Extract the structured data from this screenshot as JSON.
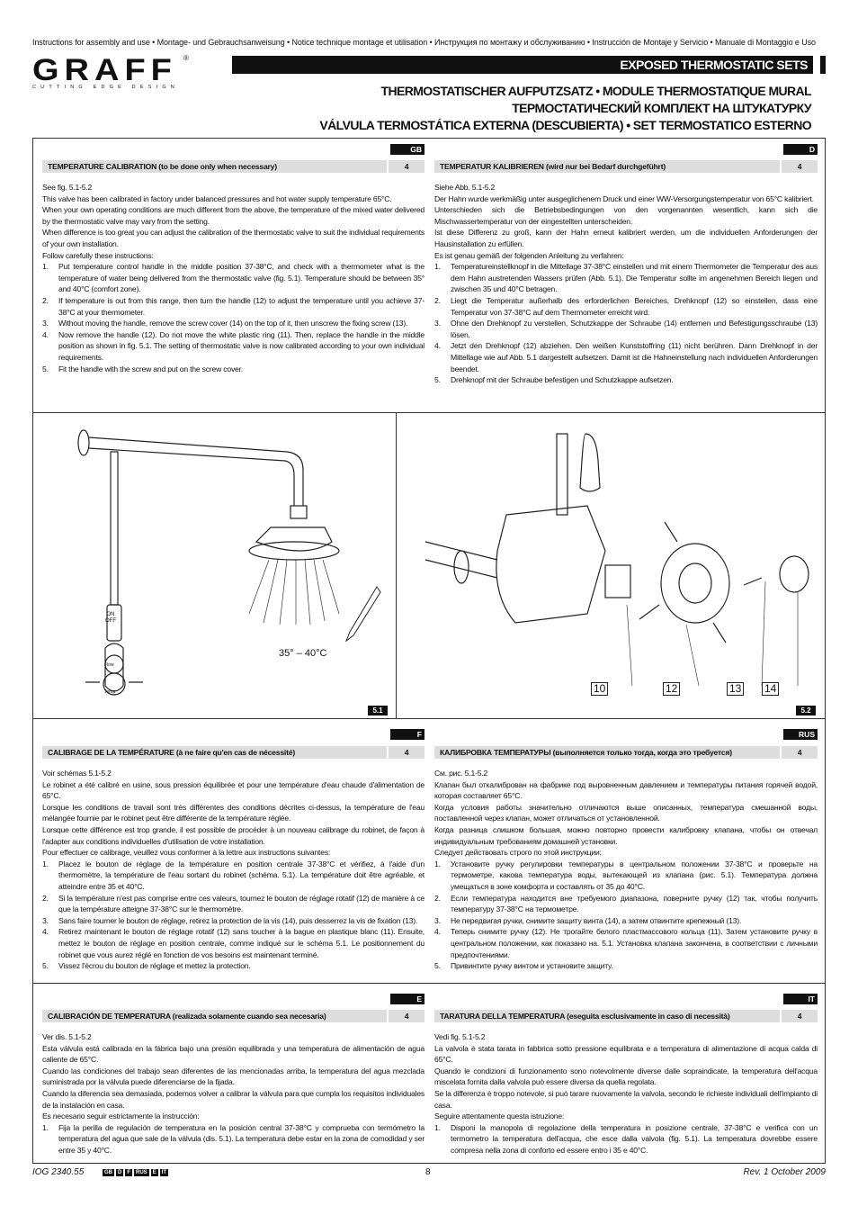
{
  "header": {
    "topline": "Instructions for assembly and use • Montage- und Gebrauchsanweisung • Notice technique montage et utilisation • Инструкция по монтажу и обслуживанию • Instrucción de Montaje y Servicio • Manuale di Montaggio e Uso",
    "logo_word": "GRAFF",
    "logo_reg": "®",
    "logo_tag": "CUTTING EDGE DESIGN",
    "banner": "EXPOSED THERMOSTATIC SETS",
    "title_1": "THERMOSTATISCHER AUFPUTZSATZ • MODULE THERMOSTATIQUE MURAL",
    "title_2": "ТЕРМОСТАТИЧЕСКИЙ КОМПЛЕКТ НА ШТУКАТУРКУ",
    "title_3": "VÁLVULA TERMOSTÁTICA EXTERNA (DESCUBIERTA) • SET TERMOSTATICO ESTERNO"
  },
  "gb": {
    "tag": "GB",
    "heading": "TEMPERATURE CALIBRATION (to be done only when necessary)",
    "num": "4",
    "intro": [
      "See fig. 5.1-5.2",
      "This valve has been calibrated in factory under balanced pressures and hot water supply temperature 65°C.",
      "When your own operating conditions are much different from the above, the temperature of the mixed water delivered by the thermostatic valve may vary from the setting.",
      "When difference is too great you can adjust the calibration of the thermostatic valve to suit the individual requirements of your own installation.",
      "Follow carefully these instructions:"
    ],
    "steps": [
      "Put temperature control handle in the middle position 37-38°C, and check with a thermometer what is the temperature of water being delivered from the thermostatic valve (fig. 5.1). Temperature should be between 35° and 40°C (comfort zone).",
      "If temperature is out from this range, then turn the handle (12) to adjust the temperature until you achieve 37-38°C at your thermometer.",
      "Without moving the handle, remove the screw cover (14) on the top of it, then unscrew the fixing screw (13).",
      "Now remove the handle (12). Do not move the white plastic ring (11). Then, replace the handle in the middle position as shown in fig. 5.1. The setting of thermostatic valve is now calibrated according to your own individual requirements.",
      "Fit the handle with the screw and put on the screw cover."
    ]
  },
  "d": {
    "tag": "D",
    "heading": "TEMPERATUR KALIBRIEREN (wird nur bei Bedarf durchgeführt)",
    "num": "4",
    "intro": [
      "Siehe Abb. 5.1-5.2",
      "Der Hahn wurde werkmäßig unter ausgeglichenem Druck und einer WW-Versorgungstemperatur von 65°C kalibriert.",
      "Unterschieden sich die Betriebsbedingungen von den vorgenannten wesentlich, kann sich die Mischwassertemperatur von der eingestellten unterscheiden.",
      "Ist diese Differenz zu groß, kann der Hahn erneut kalibriert werden, um die individuellen Anforderungen der Hausinstallation zu erfüllen.",
      "Es ist genau gemäß der folgenden Anleitung zu verfahren:"
    ],
    "steps": [
      "Temperatureinstellknopf in die Mittellage 37-38°C einstellen und mit einem Thermometer die Temperatur des aus dem Hahn austretenden Wassers prüfen (Abb. 5.1). Die Temperatur sollte im angenehmen Bereich liegen und zwischen 35 und 40°C betragen.",
      "Liegt die Temperatur außerhalb des erforderlichen Bereiches, Drehknopf (12) so einstellen, dass eine Temperatur von 37-38°C auf dem Thermometer erreicht wird.",
      "Ohne den Drehknopf zu verstellen, Schutzkappe der Schraube (14) entfernen und Befestigungsschraube (13) lösen.",
      "Jetzt den Drehknopf (12) abziehen. Den weißen Kunststoffring (11) nicht berühren. Dann Drehknopf in der Mittellage wie auf Abb. 5.1 dargestellt aufsetzen. Damit ist die Hahneinstellung nach individuellen Anforderungen beendet.",
      "Drehknopf mit der Schraube befestigen und Schutzkappe aufsetzen."
    ]
  },
  "figures": {
    "fig1_label": "5.1",
    "fig2_label": "5.2",
    "temp_range": "35° – 40°C",
    "on": "ON",
    "off": "OFF",
    "flow": "Flow",
    "temp": "Temp",
    "parts": [
      "10",
      "12",
      "13",
      "14"
    ]
  },
  "f": {
    "tag": "F",
    "heading": "CALIBRAGE DE LA TEMPÉRATURE (à ne faire qu'en cas de nécessité)",
    "num": "4",
    "intro": [
      "Voir schémas 5.1-5.2",
      "Le robinet a été calibré en usine, sous pression équilibrée et pour une température d'eau chaude d'alimentation de 65°C.",
      "Lorsque les conditions de travail sont très différentes des conditions décrites ci-dessus, la température de l'eau mélangée fournie par le robinet peut être différente de la température réglée.",
      "Lorsque cette différence est trop grande, il est possible de procéder à un nouveau calibrage du robinet, de façon à l'adapter aux conditions individuelles d'utilisation de votre installation.",
      "Pour effectuer ce calibrage, veuillez vous conformer à la lettre aux instructions suivantes:"
    ],
    "steps": [
      "Placez le bouton de réglage de la température en position centrale 37-38°C et vérifiez, à l'aide d'un thermomètre, la température de l'eau sortant du robinet (schéma. 5.1). La température doit être agréable, et atteindre entre 35 et 40°C.",
      "Si la température n'est pas comprise entre ces valeurs, tournez le bouton de réglage rotatif (12) de manière à ce que la température atteigne 37-38°C sur le thermomètre.",
      "Sans faire tourner le bouton de réglage, retirez la protection de la vis (14), puis desserrez la vis de fixation (13).",
      "Retirez maintenant le bouton de réglage rotatif (12) sans toucher à la bague en plastique blanc (11). Ensuite, mettez le bouton de réglage en position centrale, comme indiqué sur le schéma 5.1. Le positionnement du robinet que vous aurez réglé en fonction de vos besoins est maintenant terminé.",
      "Vissez l'écrou du bouton de réglage et mettez la protection."
    ]
  },
  "rus": {
    "tag": "RUS",
    "heading": "КАЛИБРОВКА ТЕМПЕРАТУРЫ (выполняется только тогда, когда это требуется)",
    "num": "4",
    "intro": [
      "См. рис. 5.1-5.2",
      "Клапан был откалиброван на фабрике под выровненным давлением и температуры питания горячей водой, которая составляет 65°C.",
      "Когда условия работы значительно отличаются выше описанных, температура смешанной воды, поставленной через клапан, может отличаться от установленной.",
      "Когда разница слишком большая, можно повторно провести калибровку клапана, чтобы он отвечал индивидуальным требованиям домашней установки.",
      "Следует действовать строго по этой инструкции:"
    ],
    "steps": [
      "Установите ручку регулировки температуры в центральном положении 37-38°C и проверьте на термометре, какова температура воды, вытекающей из клапана (рис. 5.1). Температура должна умещаться в зоне комфорта и составлять от 35 до 40°C.",
      "Если температура находится вне требуемого диапазона, поверните ручку (12) так, чтобы получить температуру 37-38°C на термометре.",
      "Не передвигая ручки, снимите защиту винта (14), а затем отвинтите крепежный (13).",
      "Теперь снимите ручку (12). Не трогайте белого пластмассового кольца (11). Затем установите ручку в центральном положении, как показано на. 5.1. Установка клапана закончена, в соответствии с личными предпочтениями.",
      "Привинтите ручку винтом и установите защиту."
    ]
  },
  "e": {
    "tag": "E",
    "heading": "CALIBRACIÓN DE TEMPERATURA (realizada solamente cuando sea necesaria)",
    "num": "4",
    "intro": [
      "Ver dis. 5.1-5.2",
      "Esta válvula está calibrada en la fábrica bajo una presión equilibrada y una temperatura de alimentación de agua caliente de 65°C.",
      "Cuando las condiciones del trabajo sean diferentes de las mencionadas arriba, la temperatura del agua mezclada suministrada por la válvula puede diferenciarse de la fijada.",
      "Cuando la diferencia sea demasiada, podemos volver a calibrar la válvula para que cumpla los requisitos individuales de la instalación en casa.",
      "Es necesario seguir estrictamente la instrucción:"
    ],
    "steps": [
      "Fija la perilla de regulación de temperatura en la posición central 37-38°C y comprueba con termómetro la temperatura del agua que sale de la válvula (dis. 5.1). La temperatura debe estar en la zona de comodidad y ser entre 35 y 40°C."
    ]
  },
  "it": {
    "tag": "IT",
    "heading": "TARATURA DELLA TEMPERATURA (eseguita esclusivamente in caso di necessità)",
    "num": "4",
    "intro": [
      "Vedi fig. 5.1-5.2",
      "La valvola è stata tarata in fabbrica sotto pressione equilibrata e a temperatura di alimentazione di acqua calda di 65°C.",
      "Quando le condizioni di funzionamento sono notevolmente diverse dalle sopraindicate, la temperatura dell'acqua miscelata fornita dalla valvola può essere diversa da quella regolata.",
      "Se la differenza è troppo notevole, si può tarare nuovamente la valvola, secondo le richieste individuali dell'impianto di casa.",
      "Seguire attentamente questa istruzione:"
    ],
    "steps": [
      "Disponi la manopola di regolazione della temperatura in posizione centrale, 37-38°C e verifica con un termometro la temperatura dell'acqua, che esce dalla valvola (fig. 5.1). La temperatura dovrebbe essere compresa nella zona di conforto ed essere entro i 35 e 40°C."
    ]
  },
  "footer": {
    "code": "IOG 2340.55",
    "langs": [
      "GB",
      "D",
      "F",
      "RUS",
      "E",
      "IT"
    ],
    "page": "8",
    "rev": "Rev. 1 October 2009"
  }
}
